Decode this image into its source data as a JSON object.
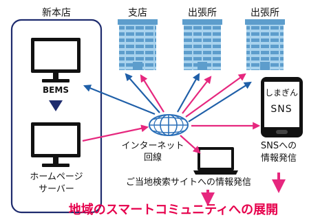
{
  "diagram": {
    "hq_label": "新本店",
    "branch_label": "支店",
    "office1_label": "出張所",
    "office2_label": "出張所",
    "bems_label": "BEMS",
    "server_label_line1": "ホームページ",
    "server_label_line2": "サーバー",
    "internet_label_line1": "インターネット",
    "internet_label_line2": "回線",
    "sns_screen_line1": "しまぎん",
    "sns_screen_line2": "SNS",
    "sns_info_line1": "SNSへの",
    "sns_info_line2": "情報発信",
    "local_search_label": "ご当地検索サイトへの情報発信",
    "bottom_title": "地域のスマートコミュニティへの展開"
  },
  "colors": {
    "navy": "#1e2b6e",
    "blue_arrow": "#1f5fa8",
    "pink_arrow": "#e6277e",
    "building_light": "#a9d3ee",
    "building_dark": "#5d9dcc",
    "title_red": "#e6004c"
  }
}
